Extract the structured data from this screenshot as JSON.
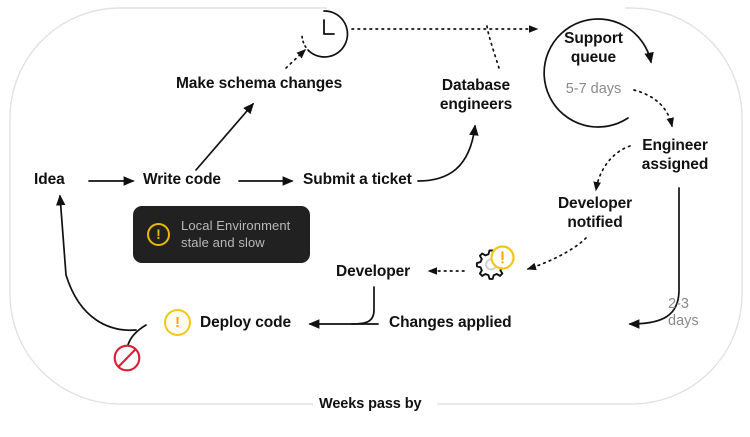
{
  "diagram": {
    "title_footer": "Weeks pass by",
    "colors": {
      "ink": "#111111",
      "muted": "#8a8a8a",
      "boundary": "#e2e2e2",
      "warning_yellow": "#f5c518",
      "warning_gold": "#e8b90a",
      "prohibited_red": "#d81f35",
      "tooltip_bg": "#212121",
      "tooltip_text": "#b9b9b9"
    },
    "nodes": [
      {
        "id": "idea",
        "label": "Idea"
      },
      {
        "id": "write-code",
        "label": "Write code"
      },
      {
        "id": "submit-a-ticket",
        "label": "Submit a ticket"
      },
      {
        "id": "make-schema-changes",
        "label": "Make schema changes"
      },
      {
        "id": "database-engineers",
        "label": "Database\nengineers"
      },
      {
        "id": "support-queue",
        "label": "Support\nqueue"
      },
      {
        "id": "engineer-assigned",
        "label": "Engineer\nassigned"
      },
      {
        "id": "developer-notified",
        "label": "Developer\nnotified"
      },
      {
        "id": "developer",
        "label": "Developer"
      },
      {
        "id": "changes-applied",
        "label": "Changes applied"
      },
      {
        "id": "deploy-code",
        "label": "Deploy code"
      }
    ],
    "durations": [
      {
        "id": "support-queue-duration",
        "label": "5-7 days"
      },
      {
        "id": "engineer-assigned-duration",
        "label": "2-3\ndays"
      }
    ],
    "tooltip": {
      "icon": "warning-icon",
      "text": "Local Environment\nstale and slow",
      "badge_glyph": "!"
    },
    "icons": [
      {
        "id": "clock-icon",
        "name": "clock-icon"
      },
      {
        "id": "gear-warning",
        "name": "gear-icon"
      },
      {
        "id": "deploy-warning",
        "name": "warning-icon",
        "glyph": "!"
      },
      {
        "id": "prohibited",
        "name": "prohibited-icon"
      }
    ]
  }
}
